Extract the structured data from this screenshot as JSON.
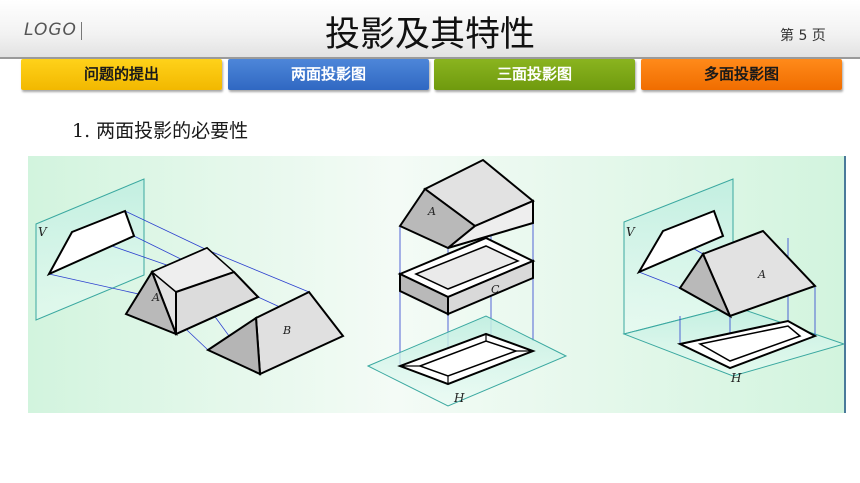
{
  "header": {
    "logo": "LOGO",
    "title": "投影及其特性",
    "page_label": "第 5 页"
  },
  "tabs": [
    {
      "label": "问题的提出"
    },
    {
      "label": "两面投影图"
    },
    {
      "label": "三面投影图"
    },
    {
      "label": "多面投影图"
    }
  ],
  "section_title": "1. 两面投影的必要性",
  "figure": {
    "labels": {
      "v1": "V",
      "a1": "A",
      "b1": "B",
      "a2": "A",
      "c2": "C",
      "h2": "H",
      "v3": "V",
      "a3": "A",
      "h3": "H"
    },
    "colors": {
      "bg_light": "#f4fbf6",
      "bg_green": "#d2f4de",
      "plane_fill": "#c9f0e6",
      "plane_edge": "#3aa8a0",
      "proj_line": "#2b3fcf",
      "face_dark": "#b9b9b9",
      "face_light": "#e4e4e4"
    }
  }
}
